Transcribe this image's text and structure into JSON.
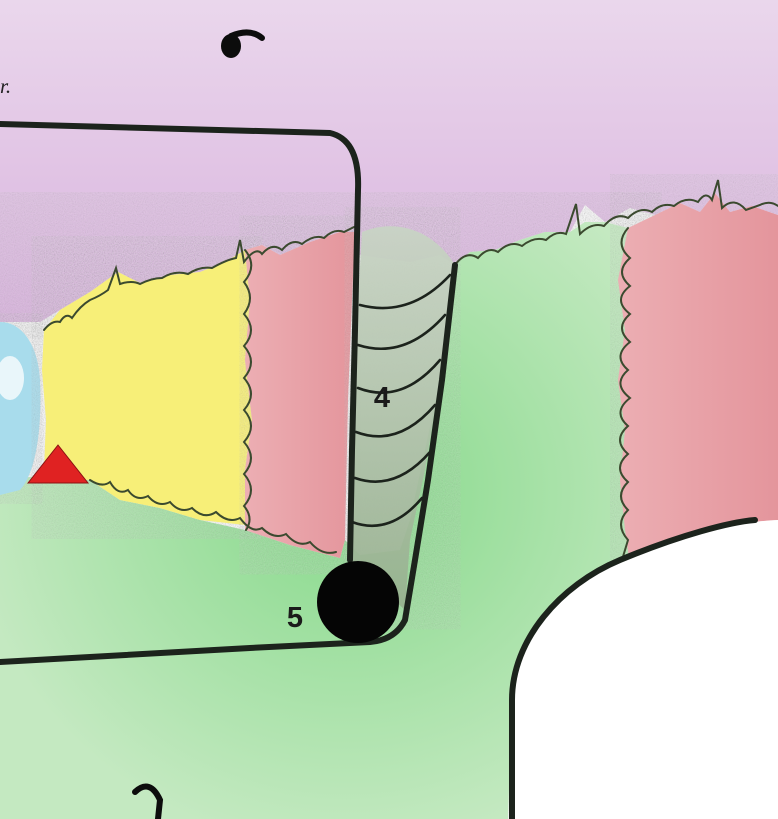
{
  "diagram": {
    "corner_text": "r.",
    "labels": {
      "label_4": "4",
      "label_5": "5"
    },
    "colors": {
      "background": "#ffffff",
      "upper_purple": "#e3c8e6",
      "upper_purple_deep": "#d9b2de",
      "green_base": "#bfe8bd",
      "green_bright": "#8fdc92",
      "yellow": "#f7ef78",
      "pink": "#eeb4b8",
      "pink_deep": "#e28d95",
      "channel_green": "#a9bea1",
      "blue": "#a8dcec",
      "triangle_red": "#e02222",
      "line_dark": "#1c231c",
      "ball": "#050505"
    },
    "icons": {
      "marker": "red-triangle",
      "dot": "black-circle",
      "top_mark": "comma-mark",
      "bottom_mark": "hook-mark"
    }
  }
}
